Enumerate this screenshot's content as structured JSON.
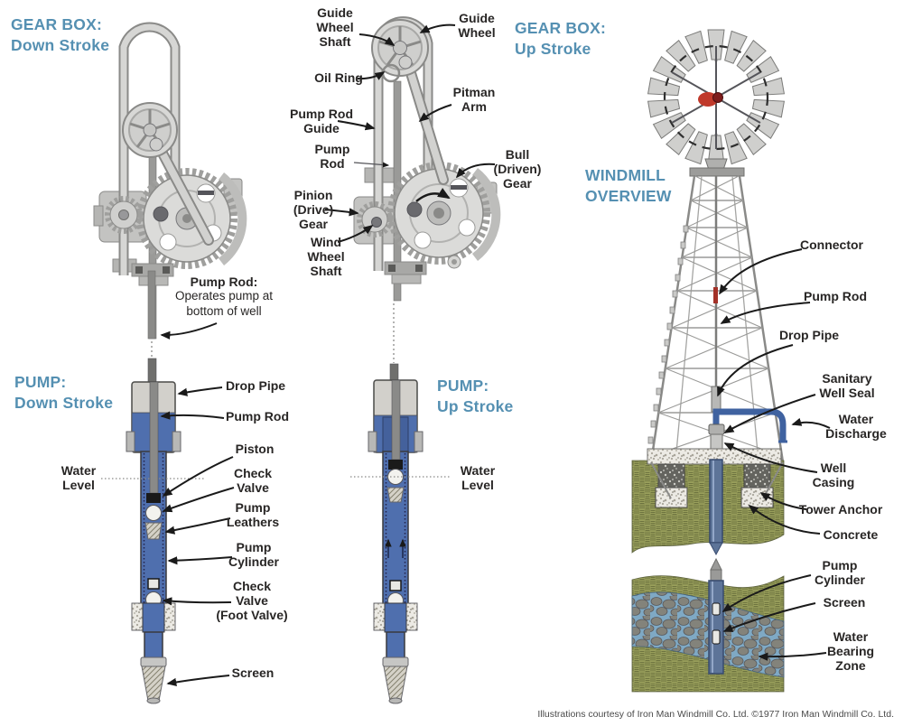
{
  "sections": {
    "gearbox_down": {
      "line1": "GEAR BOX:",
      "line2": "Down Stroke"
    },
    "gearbox_up": {
      "line1": "GEAR BOX:",
      "line2": "Up Stroke"
    },
    "windmill": {
      "line1": "WINDMILL",
      "line2": "OVERVIEW"
    },
    "pump_down": {
      "line1": "PUMP:",
      "line2": "Down Stroke"
    },
    "pump_up": {
      "line1": "PUMP:",
      "line2": "Up Stroke"
    }
  },
  "labels": {
    "gearbox": {
      "guide_wheel_shaft": "Guide\nWheel\nShaft",
      "guide_wheel": "Guide\nWheel",
      "oil_ring": "Oil Ring",
      "pump_rod_guide": "Pump Rod\nGuide",
      "pump_rod": "Pump\nRod",
      "pitman_arm": "Pitman\nArm",
      "bull_gear": "Bull\n(Driven)\nGear",
      "pinion_gear": "Pinion\n(Drive)\nGear",
      "wind_wheel_shaft": "Wind\nWheel\nShaft",
      "pump_rod_note_title": "Pump Rod:",
      "pump_rod_note_body": "Operates pump at\nbottom of well"
    },
    "pump": {
      "drop_pipe": "Drop Pipe",
      "pump_rod": "Pump Rod",
      "piston": "Piston",
      "check_valve": "Check\nValve",
      "pump_leathers": "Pump\nLeathers",
      "pump_cylinder": "Pump\nCylinder",
      "foot_valve": "Check\nValve\n(Foot Valve)",
      "screen": "Screen",
      "water_level": "Water\nLevel"
    },
    "windmill": {
      "connector": "Connector",
      "pump_rod": "Pump Rod",
      "drop_pipe": "Drop Pipe",
      "sanitary_well_seal": "Sanitary\nWell Seal",
      "water_discharge": "Water\nDischarge",
      "well_casing": "Well\nCasing",
      "tower_anchor": "Tower Anchor",
      "concrete": "Concrete",
      "pump_cylinder": "Pump\nCylinder",
      "screen": "Screen",
      "water_bearing_zone": "Water\nBearing\nZone"
    }
  },
  "colors": {
    "heading_blue": "#5590b2",
    "label_text": "#282625",
    "pump_water_blue": "#4f6fae",
    "pipe_blue": "#5d7498",
    "discharge_blue": "#3f62a0",
    "ground_olive": "#9aa05c",
    "water_zone_blue": "#7fa9c4",
    "hub_red": "#c0392b",
    "machine_gray": "#d6d6d4"
  },
  "footer": {
    "credit": "Illustrations courtesy of Iron Man Windmill Co. Ltd. ©1977 Iron Man Windmill Co. Ltd."
  }
}
